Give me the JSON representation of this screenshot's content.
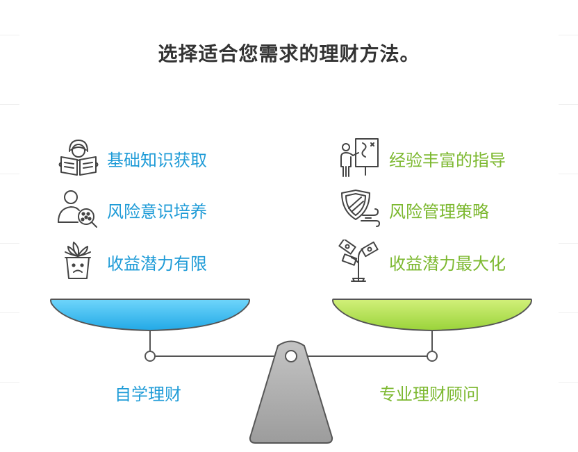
{
  "title": "选择适合您需求的理财方法。",
  "left": {
    "label": "自学理财",
    "color": "#1e9bd7",
    "pan_color": "#4fc8f5",
    "items": [
      {
        "label": "基础知识获取",
        "icon": "person-reading-book-icon"
      },
      {
        "label": "风险意识培养",
        "icon": "person-with-virus-icon"
      },
      {
        "label": "收益潜力有限",
        "icon": "sad-potted-plant-icon"
      }
    ]
  },
  "right": {
    "label": "专业理财顾问",
    "color": "#7cb82f",
    "pan_color": "#b6e35a",
    "items": [
      {
        "label": "经验丰富的指导",
        "icon": "presenter-at-board-icon"
      },
      {
        "label": "风险管理策略",
        "icon": "shield-with-wind-icon"
      },
      {
        "label": "收益潜力最大化",
        "icon": "money-plant-icon"
      }
    ]
  }
}
